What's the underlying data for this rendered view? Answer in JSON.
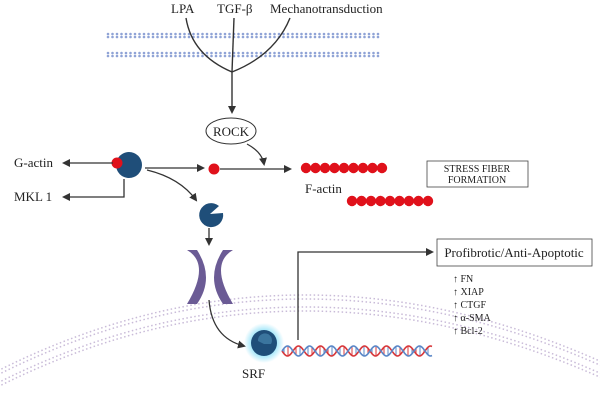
{
  "signals": {
    "lpa": "LPA",
    "tgf": "TGF-β",
    "mechano": "Mechanotransduction"
  },
  "rock": "ROCK",
  "g_actin": "G-actin",
  "mkl1": "MKL 1",
  "f_actin": "F-actin",
  "stress_fiber": {
    "line1": "STRESS FIBER",
    "line2": "FORMATION"
  },
  "profibrotic": {
    "title": "Profibrotic/Anti-Apoptotic",
    "items": [
      "↑ FN",
      "↑ XIAP",
      "↑ CTGF",
      "↑ α-SMA",
      "↑ Bcl-2"
    ]
  },
  "srf": "SRF",
  "colors": {
    "membrane_dot": "#8fa3d6",
    "protein": "#1f4e79",
    "actin_red": "#e0111b",
    "channel": "#6b5b95",
    "nuclear_membrane": "#b9a7cc",
    "dna_red": "#d8383b",
    "dna_blue": "#5b87c7",
    "srf_glow": "#5fd4f5"
  }
}
